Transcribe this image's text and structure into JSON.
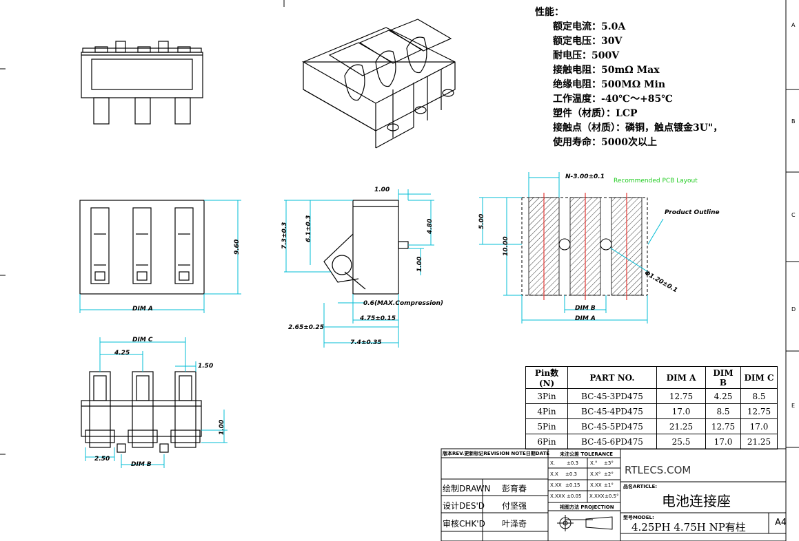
{
  "specs": {
    "title": "性能：",
    "rows": [
      "额定电流：5.0A",
      "额定电压：30V",
      "耐电压：500V",
      "接触电阻：50mΩ Max",
      "绝缘电阻：500MΩ Min",
      "工作温度：-40℃～+85℃",
      "塑件（材质）：LCP",
      "接触点（材质）：磷铜，触点镀金3U\"，",
      "使用寿命：5000次以上"
    ]
  },
  "dims": {
    "dim_a": "DIM A",
    "dim_b": "DIM B",
    "dim_c": "DIM C",
    "d960": "9.60",
    "d425": "4.25",
    "d150": "1.50",
    "d100": "1.00",
    "d250": "2.50",
    "side_100_top": "1.00",
    "side_73": "7.3±0.3",
    "side_61": "6.1±0.3",
    "side_480": "4.80",
    "side_100": "1.00",
    "side_06": "0.6(MAX.Compression)",
    "side_265": "2.65±0.25",
    "side_475": "4.75±0.15",
    "side_74": "7.4±0.35",
    "pcb_n300": "N-3.00±0.1",
    "pcb_500": "5.00",
    "pcb_1000": "10.00",
    "pcb_120": "Φ1.20±0.1",
    "pcb_recommended": "Recommended PCB Layout",
    "pcb_outline": "Product Outline"
  },
  "pin_table": {
    "headers": [
      "Pin数(N)",
      "PART NO.",
      "DIM A",
      "DIM B",
      "DIM C"
    ],
    "rows": [
      [
        "3Pin",
        "BC-45-3PD475",
        "12.75",
        "4.25",
        "8.5"
      ],
      [
        "4Pin",
        "BC-45-4PD475",
        "17.0",
        "8.5",
        "12.75"
      ],
      [
        "5Pin",
        "BC-45-5PD475",
        "21.25",
        "12.75",
        "17.0"
      ],
      [
        "6Pin",
        "BC-45-6PD475",
        "25.5",
        "17.0",
        "21.25"
      ]
    ]
  },
  "title_block": {
    "rev_header": "版本REV.更新标记REVISION NOTE日期DATE",
    "tolerance_header": "未注公差 TOLERANCE",
    "tol_x": "X.",
    "tol_x_val": "±0.3",
    "tol_ang1": "X.°",
    "tol_ang1_val": "±3°",
    "tol_xx": "X.X",
    "tol_xx_val": "±0.3",
    "tol_ang2": "X.X°",
    "tol_ang2_val": "±2°",
    "tol_xxx": "X.XX",
    "tol_xxx_val": "±0.15",
    "tol_ang3": "X.XX",
    "tol_ang3_val": "±1°",
    "tol_xxxx": "X.XXX",
    "tol_xxxx_val": "±0.05",
    "tol_ang4": "X.XXX",
    "tol_ang4_val": "±0.5°",
    "projection": "视图方法 PROJECTION",
    "drawn_label": "绘制DRAWN",
    "drawn_name": "彭育春",
    "design_label": "设计DES'D",
    "design_name": "付坚强",
    "check_label": "审核CHK'D",
    "check_name": "叶泽奇",
    "brand": "RTLECS.COM",
    "article_label": "品名ARTICLE:",
    "article": "电池连接座",
    "model_label": "型号MODEL:",
    "model": "4.25PH 4.75H NP有柱",
    "size": "A4"
  },
  "edge_marks": [
    "A",
    "B",
    "C",
    "D",
    "E"
  ]
}
